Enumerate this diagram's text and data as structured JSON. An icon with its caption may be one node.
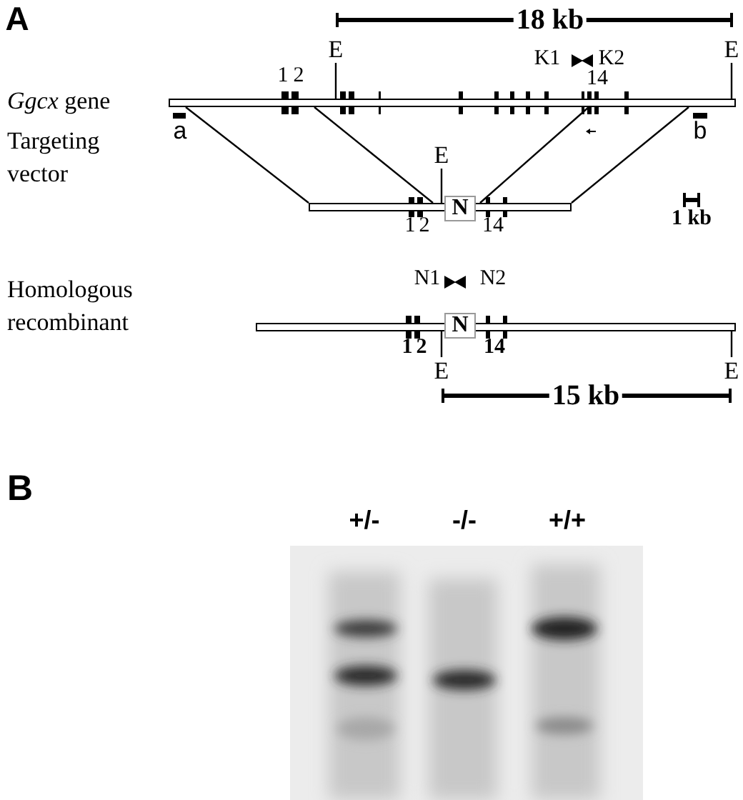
{
  "diagram": {
    "nodes": [
      {
        "text": [
          "E"
        ]
      },
      {
        "text": [
          "E"
        ]
      },
      {
        "text": [],
        "shape": "bar"
      },
      {
        "text": [
          "E"
        ]
      },
      {
        "text": [],
        "shape": "bar"
      },
      {
        "text": [
          "N"
        ]
      },
      {
        "text": [],
        "shape": "bar"
      },
      {
        "text": [
          "N"
        ]
      },
      {
        "text": [
          "E"
        ]
      },
      {
        "text": [
          "E"
        ]
      }
    ],
    "edges": [
      {
        "from": 2,
        "to": 4,
        "arrow": "none"
      },
      {
        "from": 2,
        "to": 4,
        "arrow": "none"
      },
      {
        "from": 2,
        "to": 4,
        "arrow": "none"
      },
      {
        "from": 2,
        "to": 4,
        "arrow": "none"
      },
      {
        "from": 0,
        "to": 2,
        "arrow": "none"
      },
      {
        "from": 1,
        "to": 2,
        "arrow": "none"
      },
      {
        "from": 3,
        "to": 4,
        "arrow": "none"
      },
      {
        "from": 8,
        "to": 6,
        "arrow": "none"
      },
      {
        "from": 9,
        "to": 6,
        "arrow": "none"
      }
    ],
    "labels": [
      "A",
      "18 kb",
      "K1",
      "K2",
      "1",
      "2",
      "14",
      "*Ggcx* gene",
      "a",
      "b",
      "Targeting vector",
      "1",
      "2",
      "14",
      "1 kb",
      "N1",
      "N2",
      "Homologous recombinant",
      "1",
      "2",
      "14",
      "15 kb",
      "B",
      "+/-",
      "-/-",
      "+/+"
    ]
  }
}
